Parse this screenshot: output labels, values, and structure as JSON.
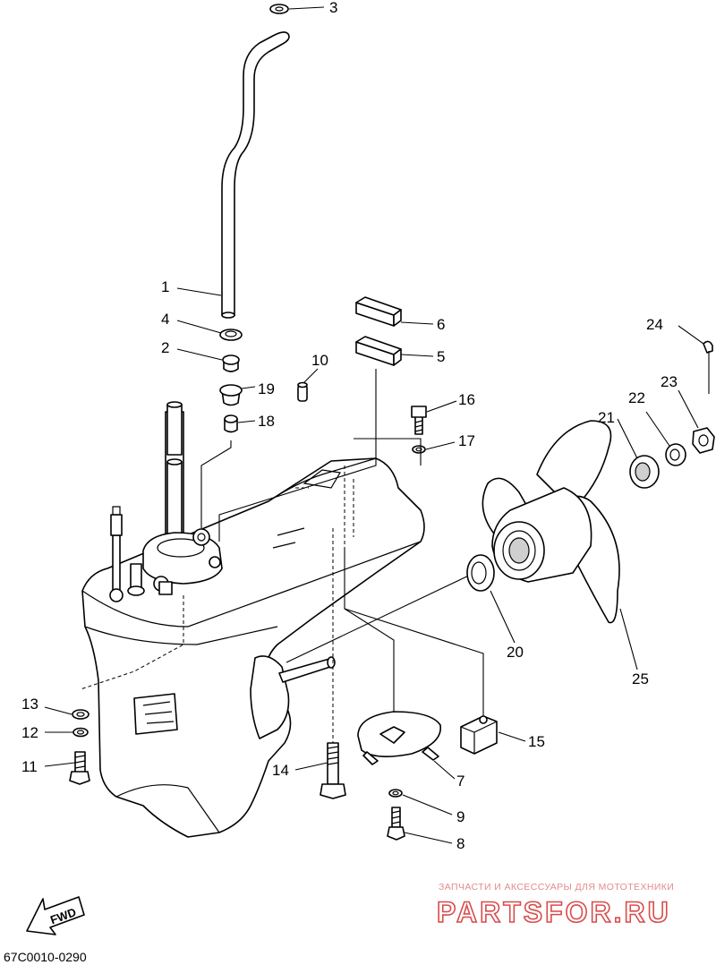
{
  "labels": {
    "p1": "1",
    "p2": "2",
    "p3": "3",
    "p4": "4",
    "p5": "5",
    "p6": "6",
    "p7": "7",
    "p8": "8",
    "p9": "9",
    "p10": "10",
    "p11": "11",
    "p12": "12",
    "p13": "13",
    "p14": "14",
    "p15": "15",
    "p16": "16",
    "p17": "17",
    "p18": "18",
    "p19": "19",
    "p20": "20",
    "p21": "21",
    "p22": "22",
    "p23": "23",
    "p24": "24",
    "p25": "25"
  },
  "fwd_label": "FWD",
  "diagram_code": "67C0010-0290",
  "watermark": {
    "tagline": "ЗАПЧАСТИ И АКСЕССУАРЫ ДЛЯ МОТОТЕХНИКИ",
    "brand": "PARTSFOR.RU"
  }
}
